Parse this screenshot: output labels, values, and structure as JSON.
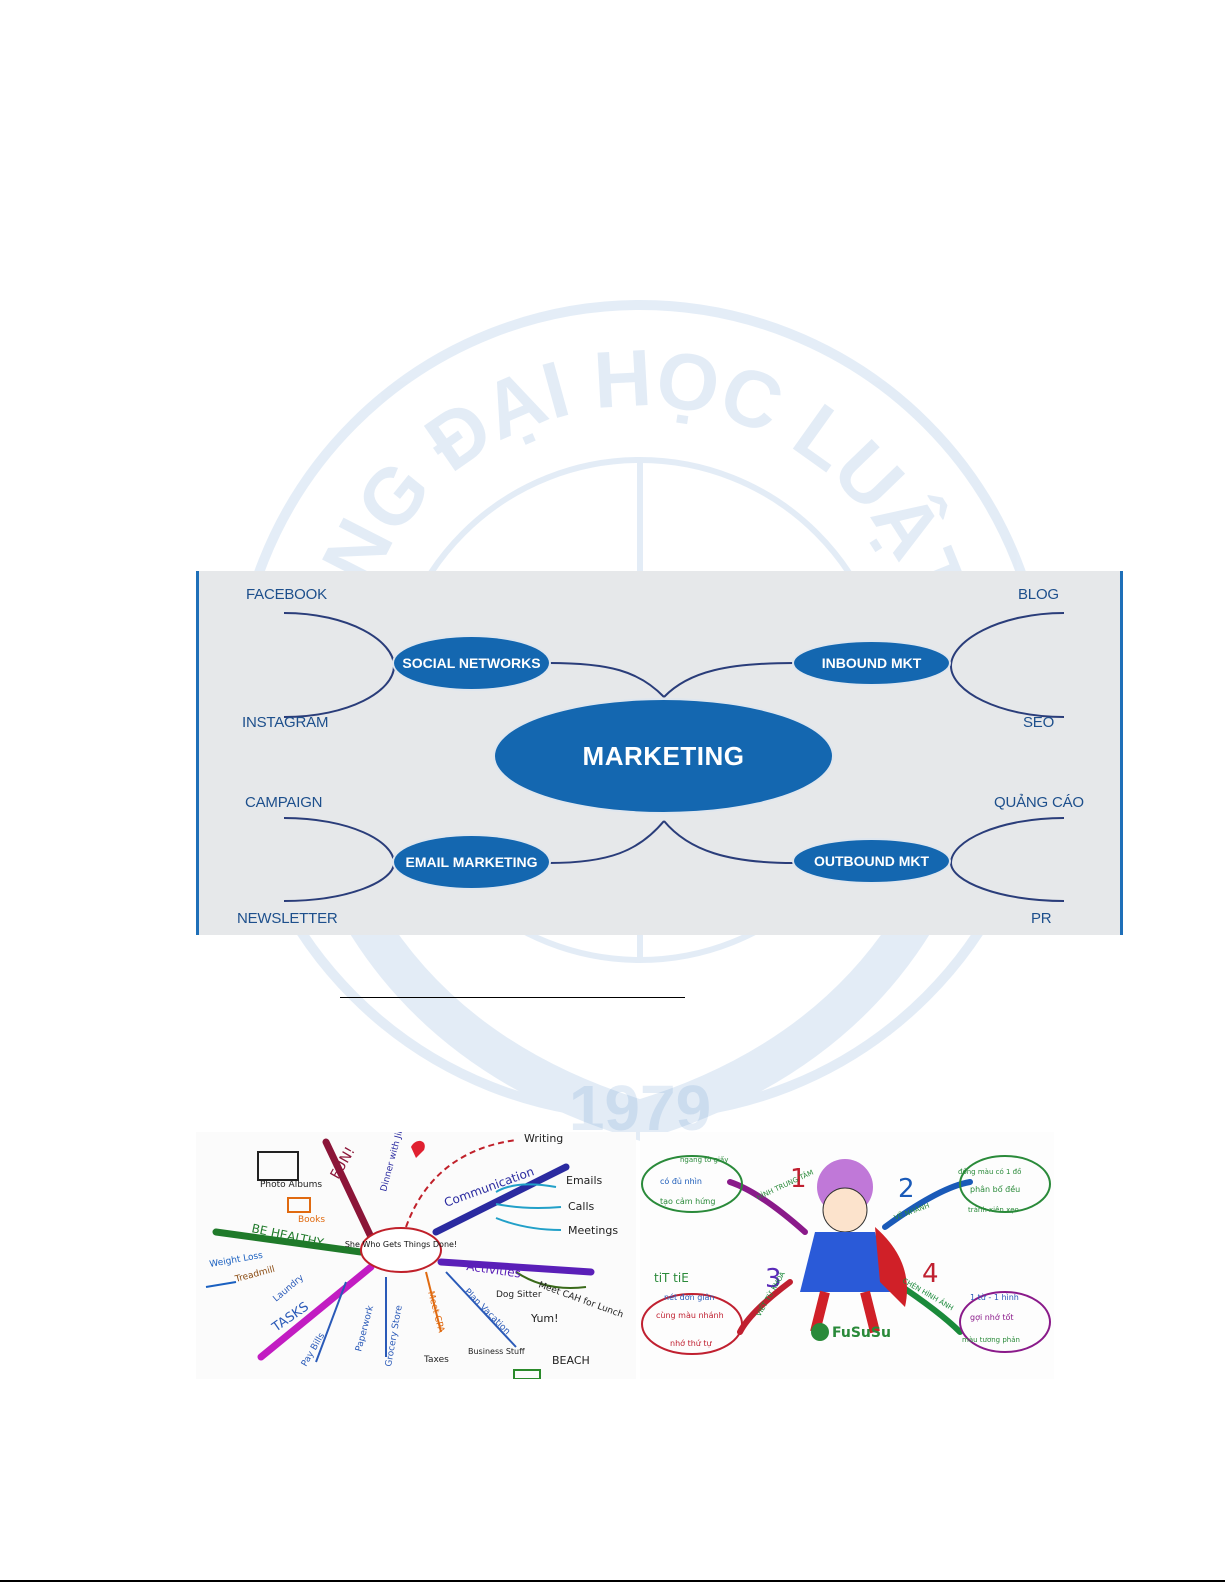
{
  "watermark": {
    "arc_text": "NG ĐẠI HỌC LUẬT H",
    "year": "1979"
  },
  "marketing_map": {
    "center": "MARKETING",
    "branches": {
      "social_networks": {
        "label": "SOCIAL NETWORKS",
        "leaves": [
          "FACEBOOK",
          "INSTAGRAM"
        ]
      },
      "inbound": {
        "label": "INBOUND MKT",
        "leaves": [
          "BLOG",
          "SEO"
        ]
      },
      "email": {
        "label": "EMAIL MARKETING",
        "leaves": [
          "CAMPAIGN",
          "NEWSLETTER"
        ]
      },
      "outbound": {
        "label": "OUTBOUND MKT",
        "leaves": [
          "QUẢNG CÁO",
          "PR"
        ]
      }
    }
  },
  "photo_left": {
    "center": "She Who Gets Things Done!",
    "labels": {
      "fun": "FUN!",
      "photo_albums": "Photo Albums",
      "books": "Books",
      "dinner": "Dinner with Jim",
      "writing": "Writing",
      "communication": "Communication",
      "emails": "Emails",
      "calls": "Calls",
      "meetings": "Meetings",
      "be_healthy": "BE HEALTHY",
      "weight_loss": "Weight Loss",
      "treadmill": "Treadmill",
      "activities": "Activities",
      "meet_lunch": "Meet CAH for Lunch",
      "dog_sitter": "Dog Sitter",
      "yum": "Yum!",
      "tasks": "TASKS",
      "laundry": "Laundry",
      "pay_bills": "Pay Bills",
      "paperwork": "Paperwork",
      "grocery": "Grocery Store",
      "meet_cpa": "Meet CPA",
      "taxes": "Taxes",
      "plan_vacation": "Plan Vacation",
      "business_stuff": "Business Stuff",
      "beach": "BEACH"
    }
  },
  "photo_right": {
    "brand": "FuSuSu",
    "labels": {
      "ngang": "ngang tờ giấy",
      "co_du_nhin": "có đủ nhìn",
      "tao_cam_hung": "tạo cảm hứng",
      "hinh_trung_tam": "HÌNH TRUNG TÂM",
      "ve_nhanh": "VẼ NHÁNH",
      "dong_mau": "đồng màu có 1 đồ",
      "phan_bo_deu": "phân bổ đều",
      "tranh_xien_xeo": "tránh xiên xẹo",
      "tit": "tiT tiE",
      "net_don_gian": "nét đơn giản",
      "cung_mau_nhanh": "cùng màu nhánh",
      "nho_thu_tu": "nhớ thứ tự",
      "viet_tu_khoa": "VIẾT TỪ KHOÁ",
      "chen_hinh_anh": "CHÈN HÌNH ẢNH",
      "mot_tu_mot_hinh": "1 từ - 1 hình",
      "goi_nho_tot": "gợi nhớ tốt",
      "mau_tuong_phan": "màu tương phản",
      "n1": "1",
      "n2": "2",
      "n3": "3",
      "n4": "4"
    }
  }
}
